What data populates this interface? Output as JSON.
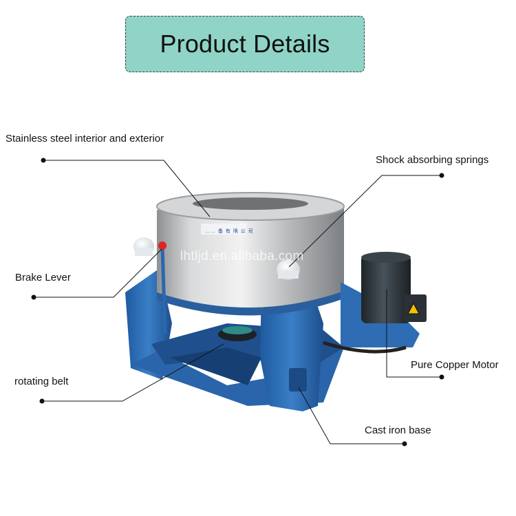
{
  "title": "Product Details",
  "labels": {
    "stainless": "Stainless steel interior and exterior",
    "shock": "Shock absorbing springs",
    "brake": "Brake Lever",
    "belt": "rotating belt",
    "motor": "Pure Copper Motor",
    "base": "Cast iron base"
  },
  "watermark": "lhtljd.en.alibaba.com",
  "plate_text": "…… 备 有 限 公 司",
  "colors": {
    "title_bg": "#8fd4c6",
    "frame_blue": "#2d6bb3",
    "steel": "#c8c8c8",
    "motor": "#2a3238"
  }
}
